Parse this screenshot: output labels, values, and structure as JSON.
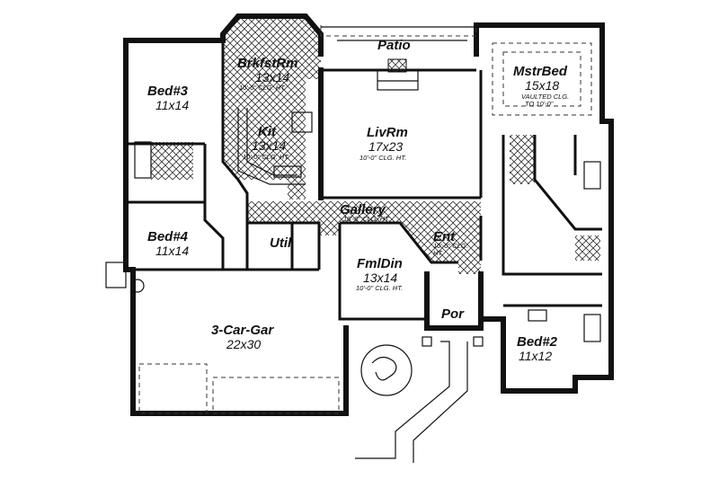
{
  "rooms": {
    "patio": {
      "name": "Patio"
    },
    "brkfst": {
      "name": "BrkfstRm",
      "size": "13x14",
      "note": "10'-0\" CLG. HT."
    },
    "mstr": {
      "name": "MstrBed",
      "size": "15x18",
      "note1": "VAULTED CLG.",
      "note2": "TO 10'-0\""
    },
    "bed3": {
      "name": "Bed#3",
      "size": "11x14"
    },
    "kit": {
      "name": "Kit",
      "size": "13x14",
      "note": "10'-0\" CLG. HT."
    },
    "livrm": {
      "name": "LivRm",
      "size": "17x23",
      "note": "10'-0\" CLG. HT."
    },
    "gallery": {
      "name": "Gallery",
      "note": "10'-0\" CLG. HT."
    },
    "bed4": {
      "name": "Bed#4",
      "size": "11x14"
    },
    "util": {
      "name": "Util"
    },
    "fmldin": {
      "name": "FmlDin",
      "size": "13x14",
      "note": "10'-0\" CLG. HT."
    },
    "ent": {
      "name": "Ent",
      "note1": "10'-0\" CLG.",
      "note2": "HT."
    },
    "por": {
      "name": "Por"
    },
    "garage": {
      "name": "3-Car-Gar",
      "size": "22x30"
    },
    "bed2": {
      "name": "Bed#2",
      "size": "11x12"
    }
  }
}
